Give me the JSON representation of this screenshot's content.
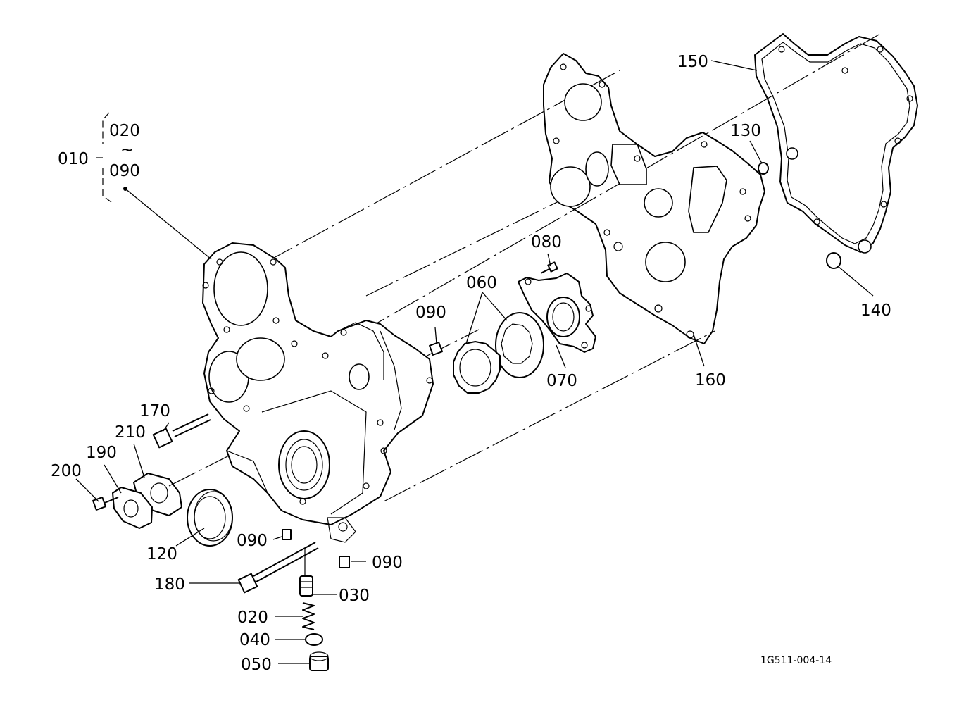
{
  "diagram": {
    "labels": {
      "p010": "010",
      "p020_top": "020",
      "tilde": "~",
      "p090_top": "090",
      "p020": "020",
      "p030": "030",
      "p040": "040",
      "p050": "050",
      "p060": "060",
      "p070": "070",
      "p080": "080",
      "p090_a": "090",
      "p090_b": "090",
      "p090_c": "090",
      "p120": "120",
      "p130": "130",
      "p140": "140",
      "p150": "150",
      "p160": "160",
      "p170": "170",
      "p180": "180",
      "p190": "190",
      "p200": "200",
      "p210": "210"
    },
    "reference_code": "1G511-004-14"
  }
}
